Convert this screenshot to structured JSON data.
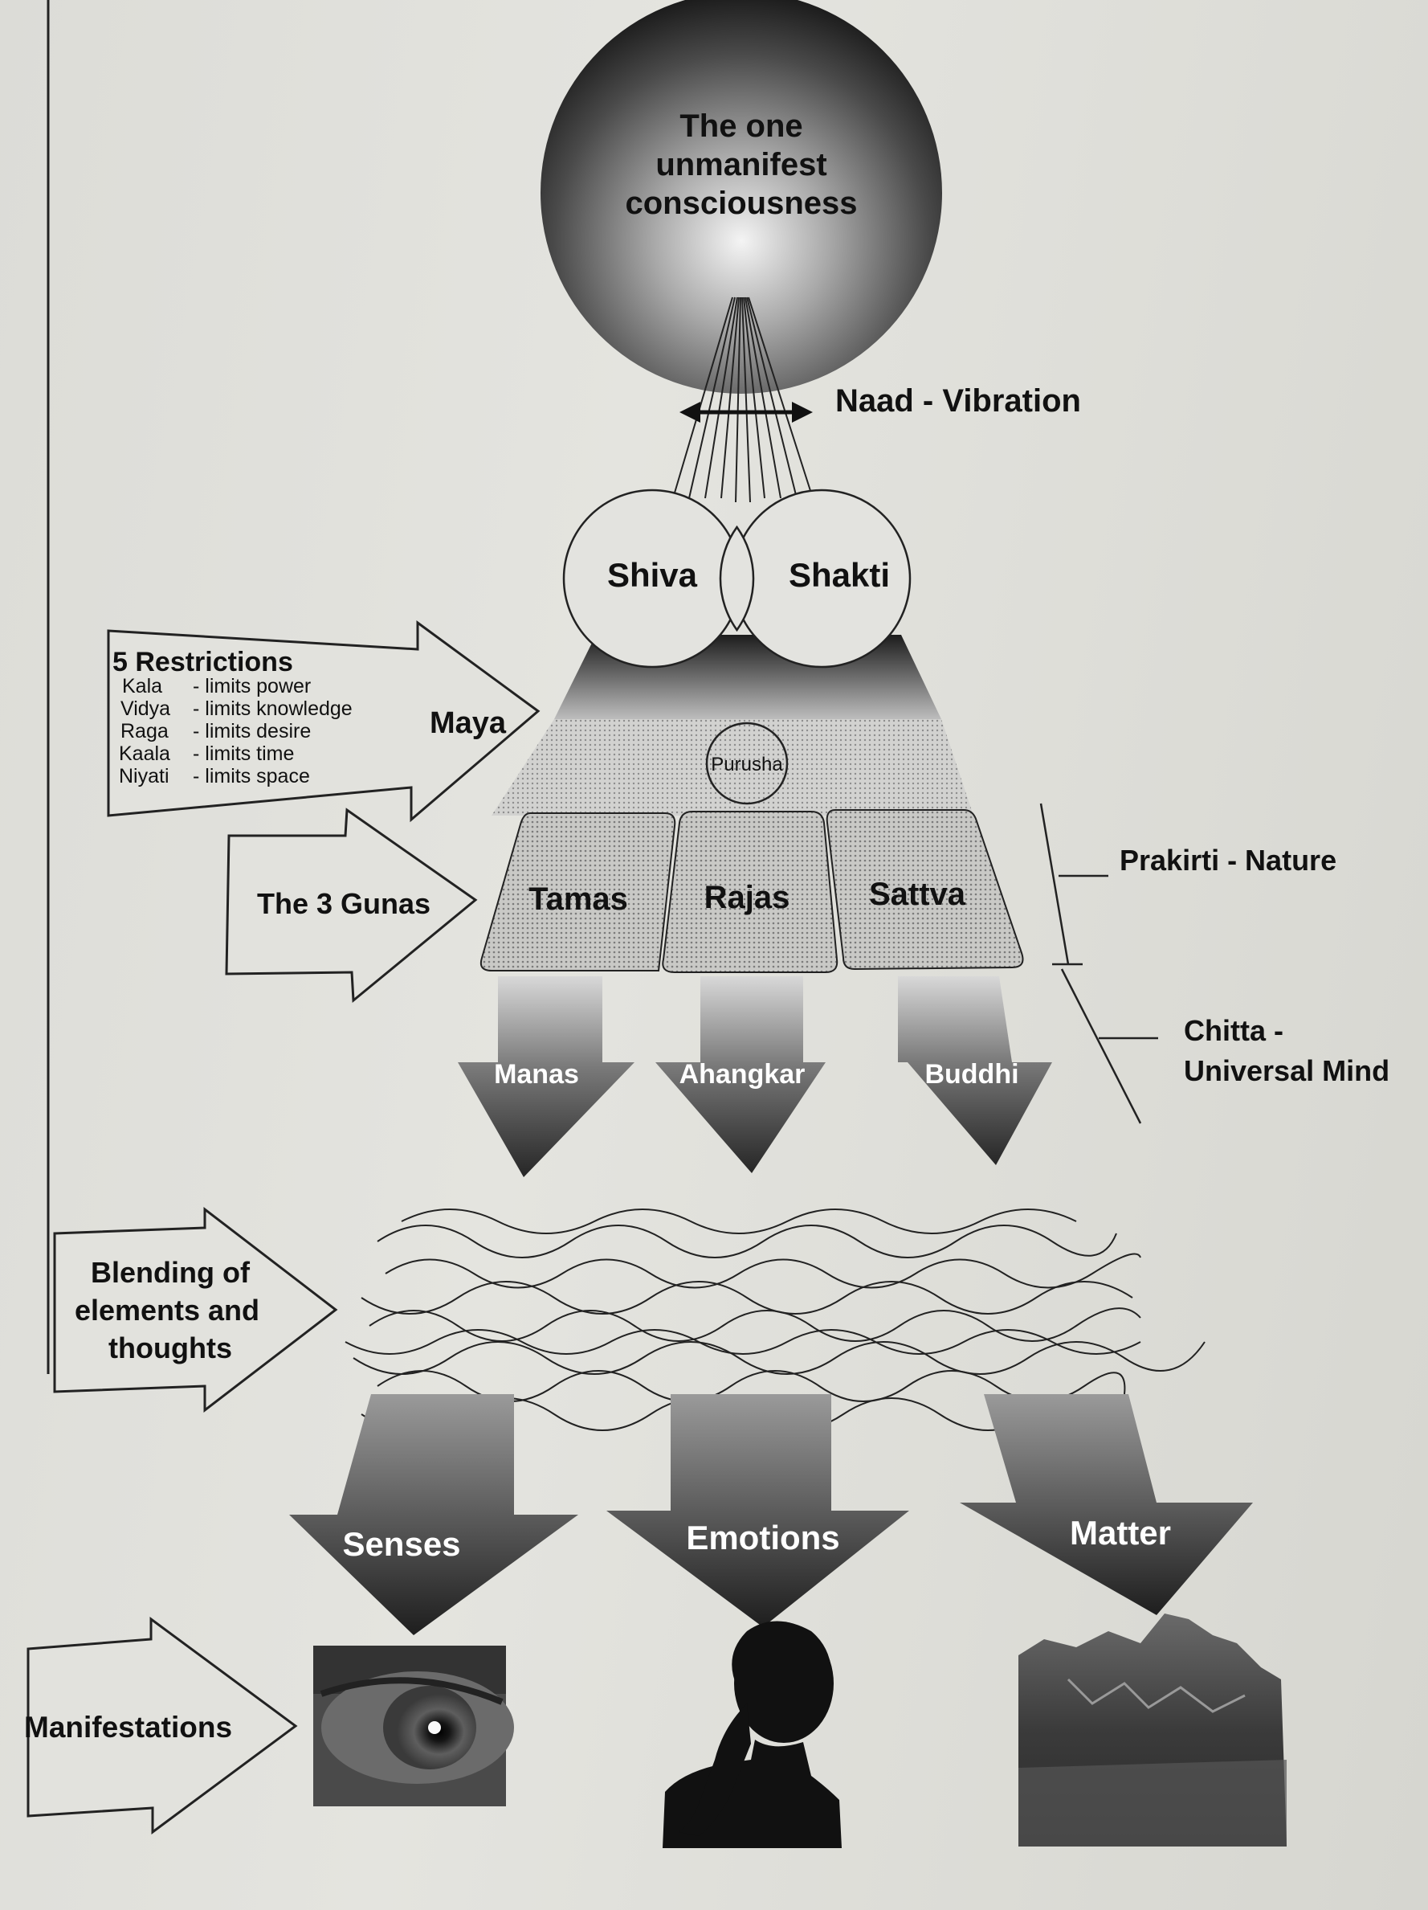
{
  "sphere": {
    "line1": "The one",
    "line2": "unmanifest",
    "line3": "consciousness"
  },
  "naad_label": "Naad - Vibration",
  "shiva": "Shiva",
  "shakti": "Shakti",
  "restrictions": {
    "title": "5 Restrictions",
    "items": [
      {
        "name": "Kala",
        "desc": "- limits power"
      },
      {
        "name": "Vidya",
        "desc": "- limits knowledge"
      },
      {
        "name": "Raga",
        "desc": "- limits desire"
      },
      {
        "name": "Kaala",
        "desc": "- limits time"
      },
      {
        "name": "Niyati",
        "desc": "- limits space"
      }
    ]
  },
  "maya": "Maya",
  "purusha": "Purusha",
  "gunas_label": "The 3 Gunas",
  "gunas": [
    "Tamas",
    "Rajas",
    "Sattva"
  ],
  "prakirti": "Prakirti - Nature",
  "chitta": {
    "line1": "Chitta -",
    "line2": "Universal Mind"
  },
  "mind_arrows": [
    "Manas",
    "Ahangkar",
    "Buddhi"
  ],
  "blending": {
    "line1": "Blending of",
    "line2": "elements and",
    "line3": "thoughts"
  },
  "output_arrows": [
    "Senses",
    "Emotions",
    "Matter"
  ],
  "manifestations": "Manifestations",
  "images": [
    "eye-photo",
    "thinking-person-silhouette",
    "mountain-photo"
  ]
}
